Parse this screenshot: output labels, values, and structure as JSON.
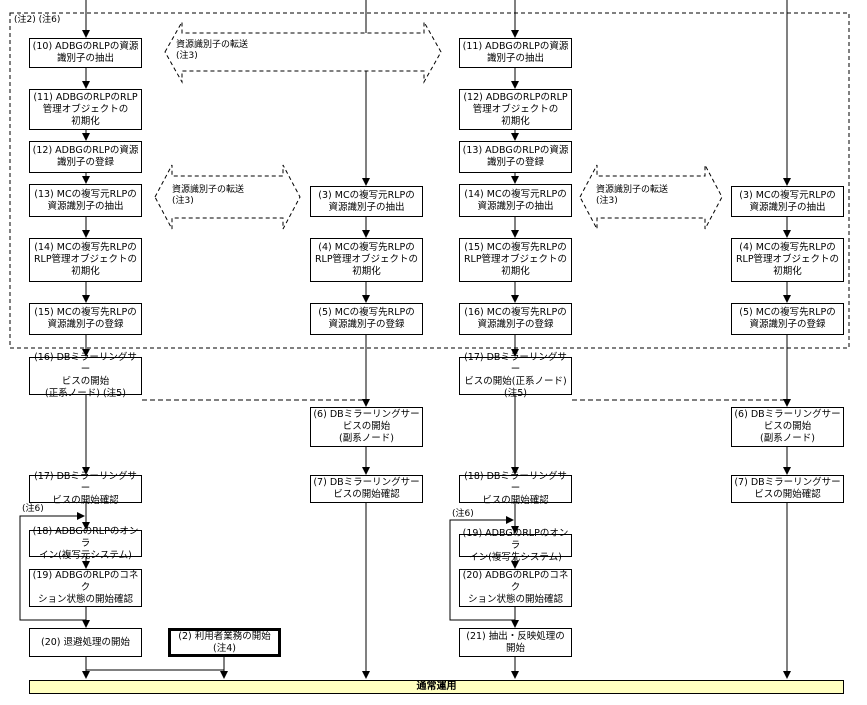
{
  "notes": {
    "top_left": "(注2) (注6)",
    "transfer_1": "資源識別子の転送\n(注3)",
    "transfer_2": "資源識別子の転送\n(注3)",
    "transfer_3": "資源識別子の転送\n(注3)",
    "loop_left": "(注6)",
    "loop_right": "(注6)"
  },
  "col1": {
    "b10": "(10) ADBGのRLPの資源\n識別子の抽出",
    "b11": "(11) ADBGのRLPのRLP\n管理オブジェクトの\n初期化",
    "b12": "(12) ADBGのRLPの資源\n識別子の登録",
    "b13": "(13) MCの複写元RLPの\n資源識別子の抽出",
    "b14": "(14) MCの複写先RLPの\nRLP管理オブジェクトの\n初期化",
    "b15": "(15) MCの複写先RLPの\n資源識別子の登録",
    "b16": "(16) DBミラーリングサー\nビスの開始\n(正系ノード) (注5)",
    "b17": "(17) DBミラーリングサー\nビスの開始確認",
    "b18": "(18) ADBGのRLPのオンラ\nイン(複写元システム)",
    "b19": "(19) ADBGのRLPのコネク\nション状態の開始確認",
    "b20": "(20) 退避処理の開始"
  },
  "col2": {
    "b3": "(3) MCの複写元RLPの\n資源識別子の抽出",
    "b4": "(4) MCの複写先RLPの\nRLP管理オブジェクトの\n初期化",
    "b5": "(5) MCの複写先RLPの\n資源識別子の登録",
    "b6": "(6) DBミラーリングサー\nビスの開始\n(副系ノード)",
    "b7": "(7) DBミラーリングサー\nビスの開始確認",
    "b2": "(2) 利用者業務の開始\n(注4)"
  },
  "col3": {
    "b11": "(11) ADBGのRLPの資源\n識別子の抽出",
    "b12": "(12) ADBGのRLPのRLP\n管理オブジェクトの\n初期化",
    "b13": "(13) ADBGのRLPの資源\n識別子の登録",
    "b14": "(14) MCの複写元RLPの\n資源識別子の抽出",
    "b15": "(15) MCの複写先RLPの\nRLP管理オブジェクトの\n初期化",
    "b16": "(16) MCの複写先RLPの\n資源識別子の登録",
    "b17": "(17) DBミラーリングサー\nビスの開始(正系ノード)\n(注5)",
    "b18": "(18) DBミラーリングサー\nビスの開始確認",
    "b19": "(19) ADBGのRLPのオンラ\nイン(複写先システム)",
    "b20": "(20) ADBGのRLPのコネク\nション状態の開始確認",
    "b21": "(21) 抽出・反映処理の\n開始"
  },
  "col4": {
    "b3": "(3) MCの複写元RLPの\n資源識別子の抽出",
    "b4": "(4) MCの複写先RLPの\nRLP管理オブジェクトの\n初期化",
    "b5": "(5) MCの複写先RLPの\n資源識別子の登録",
    "b6": "(6) DBミラーリングサー\nビスの開始\n(副系ノード)",
    "b7": "(7) DBミラーリングサー\nビスの開始確認"
  },
  "banner": "通常運用",
  "colors": {
    "banner_fill": "#ffffc0",
    "line": "#000000"
  }
}
